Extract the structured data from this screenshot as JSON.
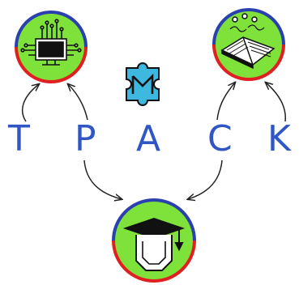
{
  "letters": [
    "T",
    "P",
    "A",
    "C",
    "K"
  ],
  "colors": {
    "circle_fill": "#7ee23a",
    "rim_top": "#2a3fb0",
    "rim_bottom": "#e02020",
    "letter": "#2f56c4",
    "puzzle": "#3fb8e0",
    "outline": "#111111"
  },
  "icons": {
    "technology": "circuit-monitor-icon",
    "content": "open-book-icon",
    "pedagogy": "graduation-cap-icon",
    "center": "puzzle-piece-icon"
  }
}
